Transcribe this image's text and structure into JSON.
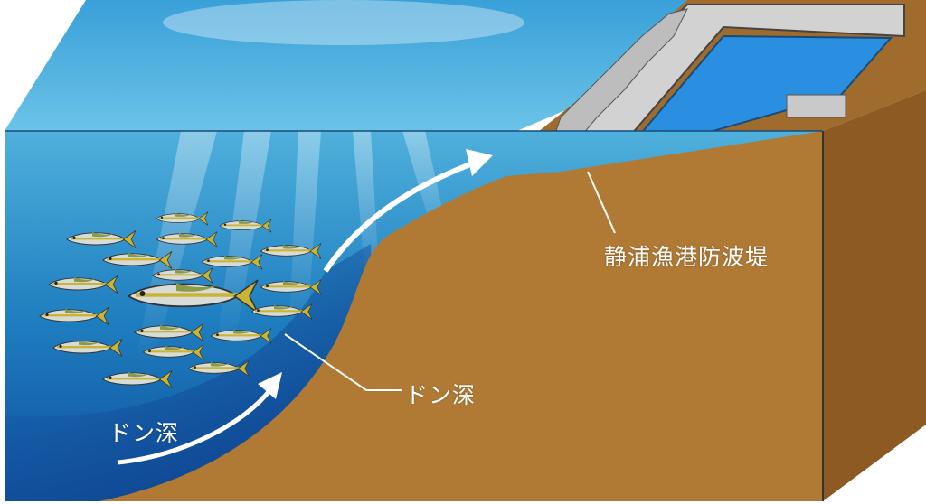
{
  "labels": {
    "breakwater": "静浦漁港防波堤",
    "drop_off_slope": "ドン深",
    "drop_off_bottom": "ドン深"
  },
  "colors": {
    "water_light": "#5cb8e0",
    "water_deep": "#0d3f8a",
    "seabed": "#b07a35",
    "side_face": "#8c5a22",
    "breakwater": "#c9c9c9",
    "harbor": "#2a8fe0"
  }
}
